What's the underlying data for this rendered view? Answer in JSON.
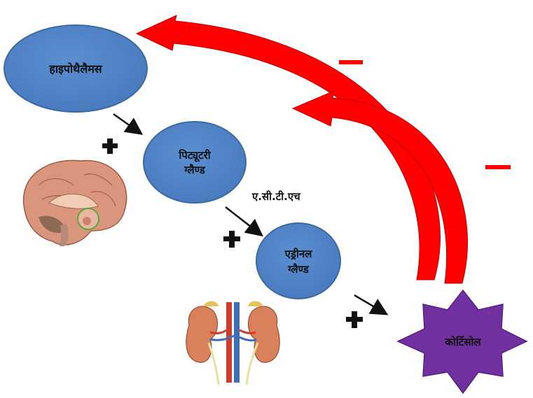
{
  "nodes": {
    "hypothalamus": {
      "label": "हाइपोथैलैमस"
    },
    "pituitary": {
      "line1": "पिट्यूटरी",
      "line2": "ग्लैण्ड"
    },
    "adrenal": {
      "line1": "एड्रीनल",
      "line2": "ग्लैण्ड"
    },
    "cortisol": {
      "label": "कोर्टिसोल"
    }
  },
  "hormone_label": "ए.सी.टी.एच",
  "signs": {
    "positive": "+",
    "negative": "−"
  },
  "colors": {
    "node_fill": "#4f81bd",
    "node_stroke": "#3b6aa0",
    "cortisol_fill": "#7030a0",
    "feedback_arrow": "#ff0000",
    "feedback_shadow": "#b00000"
  },
  "images": {
    "brain": "brain-illustration",
    "kidneys": "kidneys-adrenal-illustration"
  }
}
